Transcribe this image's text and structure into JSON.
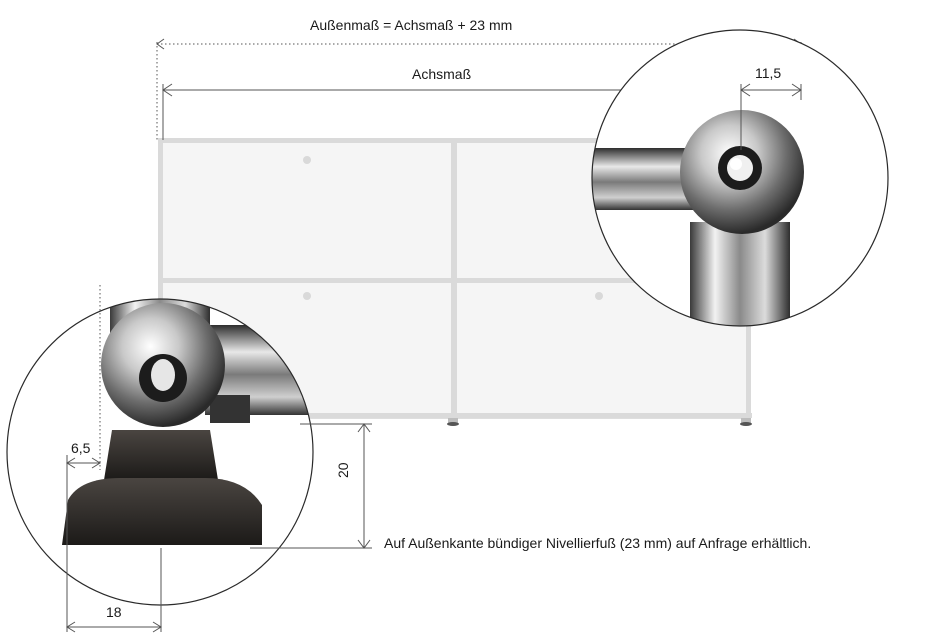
{
  "dimensions": {
    "outer_label": "Außenmaß = Achsmaß + 23 mm",
    "axis_label": "Achsmaß",
    "corner_offset": "11,5",
    "foot_offset": "6,5",
    "foot_width": "18",
    "foot_height": "20"
  },
  "caption": "Auf Außenkante bündiger Nivellierfuß (23 mm) auf Anfrage erhältlich."
}
